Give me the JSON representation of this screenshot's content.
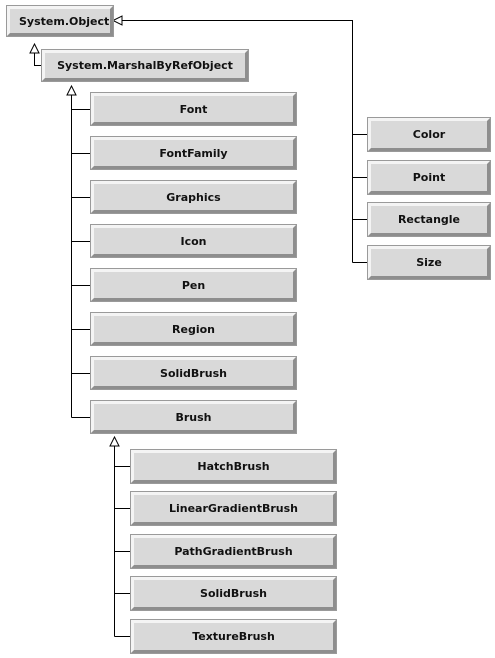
{
  "diagram": {
    "root": {
      "label": "System.Object"
    },
    "marshal": {
      "label": "System.MarshalByRefObject"
    },
    "marshal_children": [
      {
        "label": "Font"
      },
      {
        "label": "FontFamily"
      },
      {
        "label": "Graphics"
      },
      {
        "label": "Icon"
      },
      {
        "label": "Pen"
      },
      {
        "label": "Region"
      },
      {
        "label": "SolidBrush"
      },
      {
        "label": "Brush"
      }
    ],
    "brush_children": [
      {
        "label": "HatchBrush"
      },
      {
        "label": "LinearGradientBrush"
      },
      {
        "label": "PathGradientBrush"
      },
      {
        "label": "SolidBrush"
      },
      {
        "label": "TextureBrush"
      }
    ],
    "object_children": [
      {
        "label": "Color"
      },
      {
        "label": "Point"
      },
      {
        "label": "Rectangle"
      },
      {
        "label": "Size"
      }
    ]
  }
}
